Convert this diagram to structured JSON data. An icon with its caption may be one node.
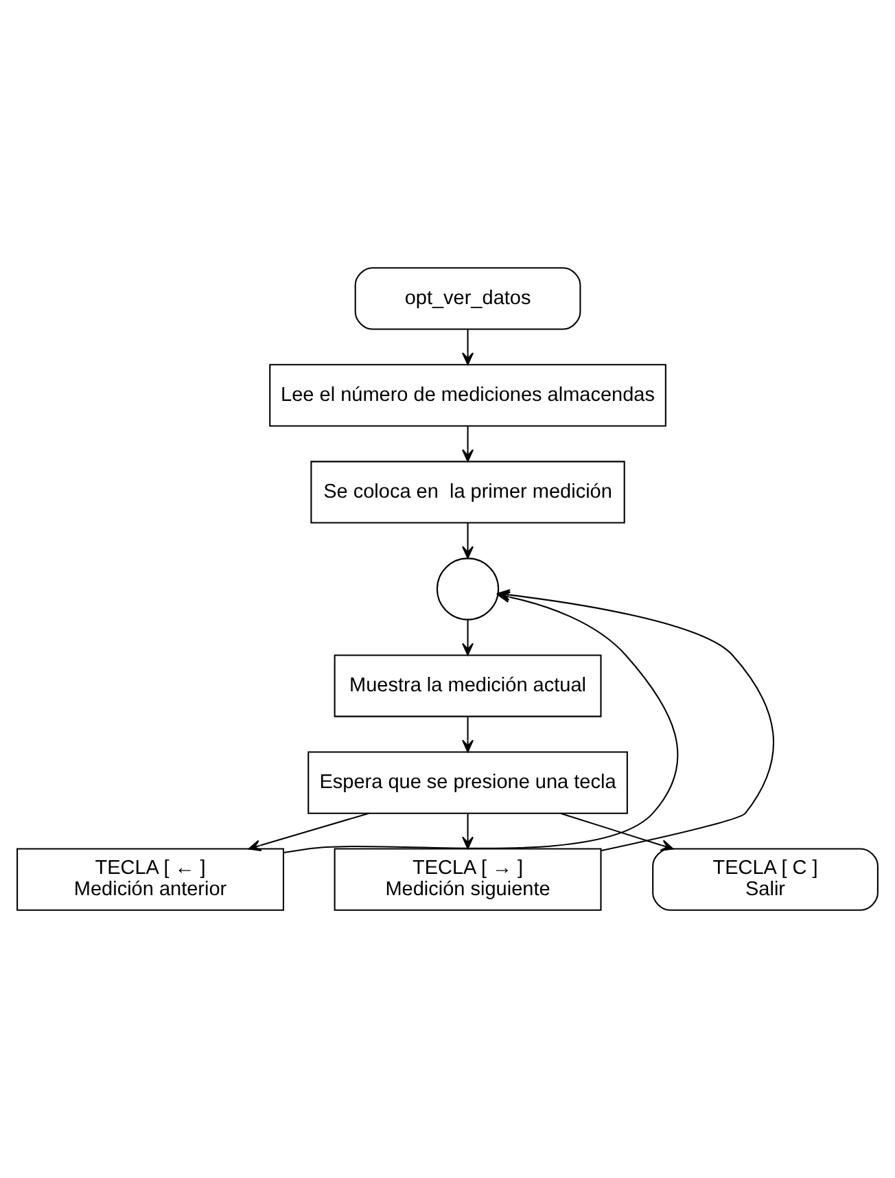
{
  "diagram": {
    "nodes": [
      {
        "text": [
          "opt_ver_datos"
        ]
      },
      {
        "text": [
          "Lee el número de mediciones almacendas"
        ]
      },
      {
        "text": [
          "Se coloca en  la primer medición"
        ]
      },
      {
        "text": [],
        "shape": "circle"
      },
      {
        "text": [
          "Muestra la medición actual"
        ]
      },
      {
        "text": [
          "Espera que se presione una tecla"
        ]
      },
      {
        "text": [
          "TECLA [ ← ]",
          "Medición anterior"
        ]
      },
      {
        "text": [
          "TECLA [ → ]",
          "Medición siguiente"
        ]
      },
      {
        "text": [
          "TECLA [ C ]",
          "Salir"
        ]
      }
    ],
    "edges": [
      {
        "from": 0,
        "to": 1,
        "arrow": "to"
      },
      {
        "from": 1,
        "to": 2,
        "arrow": "to"
      },
      {
        "from": 2,
        "to": 3,
        "arrow": "to"
      },
      {
        "from": 3,
        "to": 4,
        "arrow": "to"
      },
      {
        "from": 4,
        "to": 5,
        "arrow": "to"
      },
      {
        "from": 5,
        "to": 6,
        "arrow": "to"
      },
      {
        "from": 5,
        "to": 7,
        "arrow": "to"
      },
      {
        "from": 5,
        "to": 8,
        "arrow": "to"
      },
      {
        "from": 6,
        "to": 3,
        "arrow": "to"
      },
      {
        "from": 7,
        "to": 3,
        "arrow": "to"
      }
    ]
  }
}
